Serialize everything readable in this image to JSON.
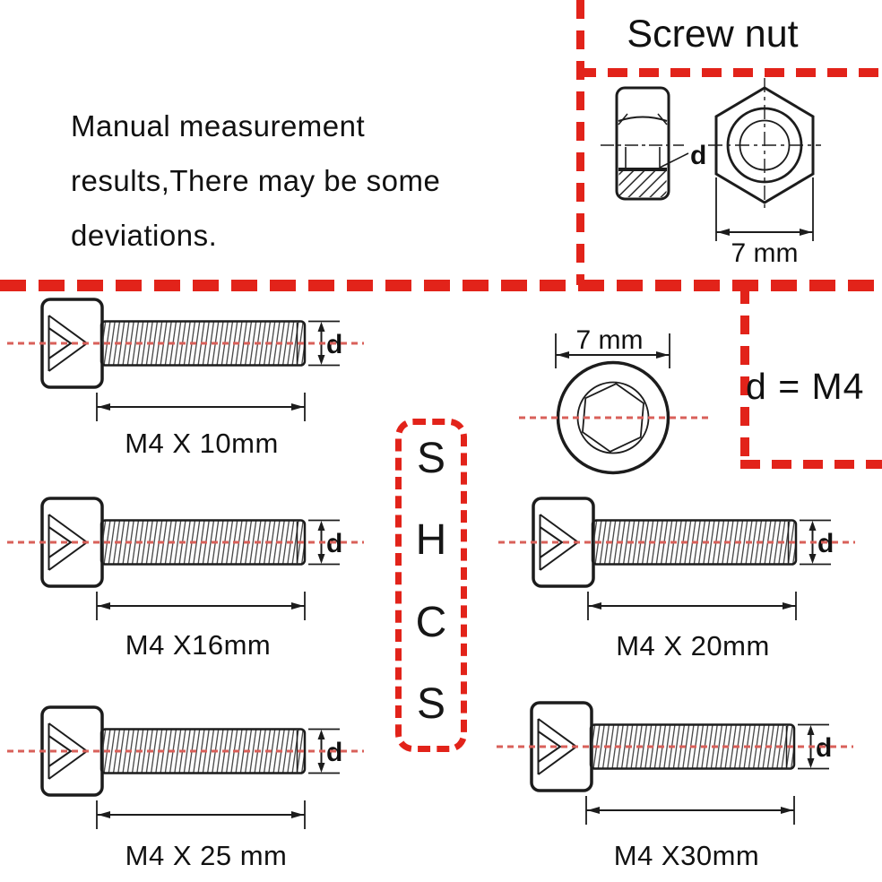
{
  "disclaimer": {
    "lines": [
      "Manual measurement",
      "results,There may be some",
      "deviations."
    ]
  },
  "nut_section": {
    "title": "Screw nut",
    "dimension_label": "7 mm",
    "diameter_label": "d"
  },
  "socket_view": {
    "dimension_label": "7 mm"
  },
  "spec_note": "d = M4",
  "acronym": {
    "letters": [
      "S",
      "H",
      "C",
      "S"
    ]
  },
  "screws": [
    {
      "label": "M4 X 10mm",
      "diameter_label": "d"
    },
    {
      "label": "M4 X16mm",
      "diameter_label": "d"
    },
    {
      "label": "M4 X 25 mm",
      "diameter_label": "d"
    },
    {
      "label": "M4 X 20mm",
      "diameter_label": "d"
    },
    {
      "label": "M4 X30mm",
      "diameter_label": "d"
    }
  ],
  "colors": {
    "border_red": "#e2231a",
    "centerline_red": "#d9605a",
    "line_black": "#1c1c1c"
  }
}
